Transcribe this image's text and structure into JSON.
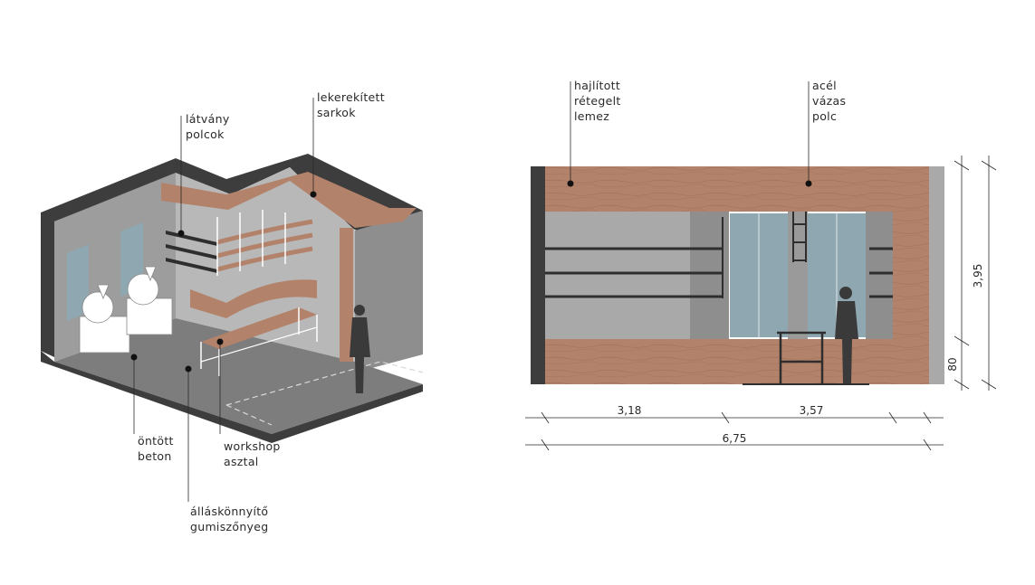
{
  "iso": {
    "labels": {
      "latvany_polcok": [
        "látvány",
        "polcok"
      ],
      "lekerekitett_sarkok": [
        "lekerekített",
        "sarkok"
      ],
      "ontott_beton": [
        "öntött",
        "beton"
      ],
      "workshop_asztal": [
        "workshop",
        "asztal"
      ],
      "allaskonnyito": [
        "álláskönnyítő",
        "gumiszőnyeg"
      ]
    }
  },
  "elevation": {
    "labels": {
      "hajlitott": [
        "hajlított",
        "rétegelt",
        "lemez"
      ],
      "acel": [
        "acél",
        "vázas",
        "polc"
      ]
    },
    "dimensions": {
      "w1": "3,18",
      "w2": "3,57",
      "total": "6,75",
      "height": "3,95",
      "base": "80"
    }
  },
  "colors": {
    "wood": "#b3826a",
    "wall": "#a9a9a9",
    "dark": "#555555",
    "glass": "#8fa7b1",
    "floor": "#7d7d7d"
  }
}
